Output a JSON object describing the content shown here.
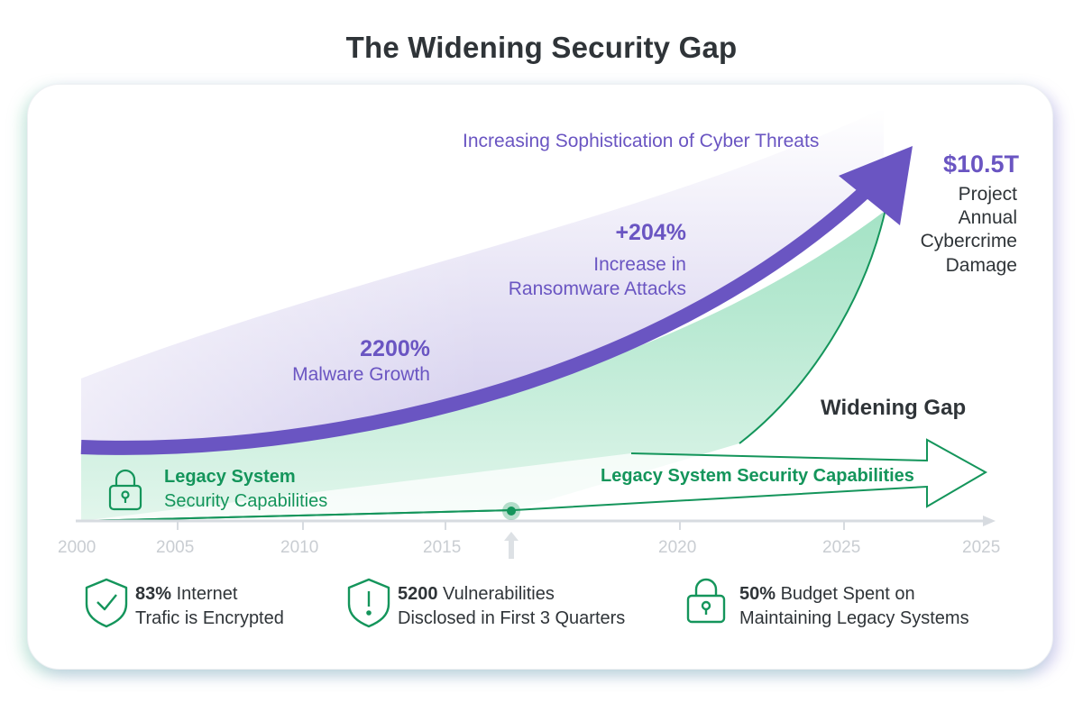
{
  "title": "The Widening Security Gap",
  "threat_curve": {
    "label": "Increasing Sophistication of Cyber Threats",
    "callouts": [
      {
        "value": "2200%",
        "text": "Malware Growth"
      },
      {
        "value": "+204%",
        "text_line1": "Increase in",
        "text_line2": "Ransomware Attacks"
      }
    ],
    "endpoint": {
      "value": "$10.5T",
      "line1": "Project",
      "line2": "Annual",
      "line3": "Cybercrime",
      "line4": "Damage"
    },
    "color": "#6a55c2"
  },
  "gap_label": "Widening Gap",
  "legacy": {
    "title": "Legacy System",
    "subtitle": "Security Capabilities",
    "arrow_label": "Legacy System Security Capabilities",
    "color": "#14955b"
  },
  "axis": {
    "ticks": [
      "2000",
      "2005",
      "2010",
      "2015",
      "2020",
      "2025",
      "2025"
    ]
  },
  "stats": [
    {
      "icon": "shield-check-icon",
      "value": "83%",
      "line1_rest": " Internet",
      "line2": "Trafic is Encrypted"
    },
    {
      "icon": "shield-alert-icon",
      "value": "5200",
      "line1_rest": " Vulnerabilities",
      "line2": "Disclosed in First 3 Quarters"
    },
    {
      "icon": "padlock-icon",
      "value": "50%",
      "line1_rest": " Budget Spent on",
      "line2": "Maintaining Legacy Systems"
    }
  ]
}
